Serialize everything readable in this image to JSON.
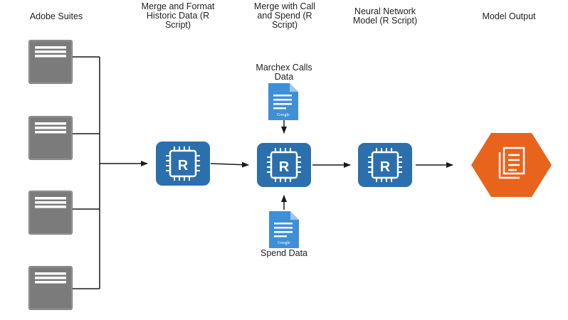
{
  "stages": {
    "adobe_suites": {
      "label": [
        "Adobe Suites"
      ]
    },
    "merge_format": {
      "label": [
        "Merge and Format",
        "Historic Data (R",
        "Script)"
      ]
    },
    "merge_call_spend": {
      "label": [
        "Merge with Call",
        "and Spend (R",
        "Script)"
      ]
    },
    "neural_network": {
      "label": [
        "Neural Network",
        "Model (R Script)"
      ]
    },
    "model_output": {
      "label": [
        "Model Output"
      ]
    }
  },
  "inputs": {
    "marchex_calls": {
      "label": [
        "Marchex Calls",
        "Data"
      ],
      "doc_caption": "Google"
    },
    "spend_data": {
      "label": [
        "Spend Data"
      ],
      "doc_caption": "Google"
    }
  },
  "script_box": {
    "glyph": "R"
  },
  "colors": {
    "server_fill": "#7b7b7b",
    "chip_blue": "#2c6fad",
    "doc_blue": "#3f8fd6",
    "output_orange": "#e8641c",
    "line": "#1a1a1a"
  }
}
